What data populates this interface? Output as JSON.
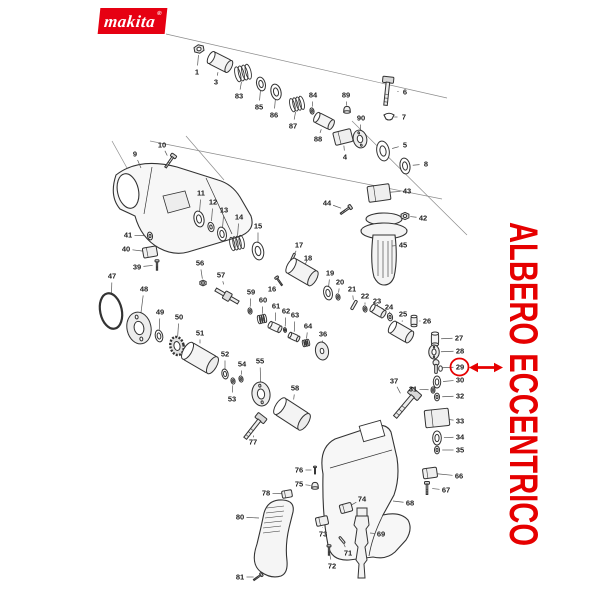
{
  "logo": {
    "brand": "makita",
    "registered": "®",
    "bg": "#e60012",
    "fg": "#ffffff"
  },
  "annotation": {
    "text": "ALBERO ECCENTRICO",
    "color": "#e60000",
    "highlighted_part": "29"
  },
  "colors": {
    "accent_red": "#e60000",
    "line_ink": "#333333",
    "leader": "#555555"
  },
  "diagram": {
    "parts": [
      {
        "n": "1",
        "l": [
          197,
          72
        ],
        "p": [
          199,
          49
        ],
        "t": "nut",
        "s": 6,
        "r": -10
      },
      {
        "n": "3",
        "l": [
          216,
          82
        ],
        "p": [
          220,
          62
        ],
        "t": "cyl",
        "s": 11,
        "r": 27
      },
      {
        "n": "83",
        "l": [
          239,
          96
        ],
        "p": [
          243,
          73
        ],
        "t": "spring",
        "s": 9,
        "r": -14
      },
      {
        "n": "85",
        "l": [
          259,
          107
        ],
        "p": [
          261,
          84
        ],
        "t": "ring",
        "s": 7,
        "r": -14
      },
      {
        "n": "86",
        "l": [
          274,
          115
        ],
        "p": [
          276,
          92
        ],
        "t": "ring",
        "s": 8,
        "r": -14
      },
      {
        "n": "87",
        "l": [
          293,
          126
        ],
        "p": [
          297,
          104
        ],
        "t": "spring",
        "s": 8,
        "r": -14
      },
      {
        "n": "84",
        "l": [
          313,
          95
        ],
        "p": [
          312,
          111
        ],
        "t": "washer",
        "s": 4,
        "r": -14
      },
      {
        "n": "88",
        "l": [
          318,
          139
        ],
        "p": [
          324,
          121
        ],
        "t": "cyl",
        "s": 9,
        "r": 27
      },
      {
        "n": "89",
        "l": [
          346,
          95
        ],
        "p": [
          347,
          110
        ],
        "t": "cap",
        "s": 4,
        "r": 0
      },
      {
        "n": "90",
        "l": [
          361,
          118
        ],
        "p": [
          360,
          139
        ],
        "t": "flange",
        "s": 9,
        "r": -12
      },
      {
        "n": "4",
        "l": [
          345,
          157
        ],
        "p": [
          343,
          137
        ],
        "t": "block",
        "s": 9,
        "r": -14
      },
      {
        "n": "6",
        "l": [
          405,
          92
        ],
        "p": [
          387,
          91
        ],
        "t": "screw",
        "s": 11,
        "r": 6
      },
      {
        "n": "7",
        "l": [
          404,
          117
        ],
        "p": [
          389,
          117
        ],
        "t": "clip",
        "s": 5,
        "r": 0
      },
      {
        "n": "5",
        "l": [
          405,
          145
        ],
        "p": [
          383,
          151
        ],
        "t": "ring",
        "s": 10,
        "r": -10
      },
      {
        "n": "8",
        "l": [
          426,
          164
        ],
        "p": [
          405,
          166
        ],
        "t": "ring",
        "s": 8,
        "r": -10
      },
      {
        "n": "43",
        "l": [
          407,
          191
        ],
        "p": [
          379,
          193
        ],
        "t": "block",
        "s": 11,
        "r": -8
      },
      {
        "n": "42",
        "l": [
          423,
          218
        ],
        "p": [
          405,
          216
        ],
        "t": "nut",
        "s": 5,
        "r": 0
      },
      {
        "n": "44",
        "l": [
          327,
          203
        ],
        "p": [
          346,
          210
        ],
        "t": "screw",
        "s": 5,
        "r": 55
      },
      {
        "n": "45",
        "l": [
          403,
          245
        ],
        "p": [
          392,
          246
        ],
        "t": "none",
        "s": 0,
        "r": 0
      },
      {
        "n": "9",
        "l": [
          135,
          154
        ],
        "p": [
          141,
          168
        ],
        "t": "none",
        "s": 0,
        "r": 0
      },
      {
        "n": "10",
        "l": [
          162,
          145
        ],
        "p": [
          170,
          161
        ],
        "t": "screw",
        "s": 6,
        "r": 35
      },
      {
        "n": "11",
        "l": [
          201,
          193
        ],
        "p": [
          199,
          219
        ],
        "t": "ring",
        "s": 8,
        "r": -12
      },
      {
        "n": "12",
        "l": [
          213,
          202
        ],
        "p": [
          211,
          227
        ],
        "t": "washer",
        "s": 6,
        "r": -12
      },
      {
        "n": "13",
        "l": [
          224,
          210
        ],
        "p": [
          222,
          234
        ],
        "t": "ring",
        "s": 7,
        "r": -12
      },
      {
        "n": "14",
        "l": [
          239,
          217
        ],
        "p": [
          237,
          243
        ],
        "t": "spring",
        "s": 8,
        "r": -12
      },
      {
        "n": "15",
        "l": [
          258,
          226
        ],
        "p": [
          258,
          251
        ],
        "t": "ring",
        "s": 9,
        "r": -12
      },
      {
        "n": "41",
        "l": [
          128,
          235
        ],
        "p": [
          150,
          236
        ],
        "t": "washer",
        "s": 5,
        "r": -10
      },
      {
        "n": "40",
        "l": [
          126,
          249
        ],
        "p": [
          150,
          252
        ],
        "t": "block",
        "s": 7,
        "r": -10
      },
      {
        "n": "39",
        "l": [
          137,
          267
        ],
        "p": [
          157,
          265
        ],
        "t": "screw",
        "s": 4,
        "r": 0
      },
      {
        "n": "47",
        "l": [
          112,
          276
        ],
        "p": [
          111,
          311
        ],
        "t": "oring",
        "s": 18,
        "r": -12
      },
      {
        "n": "48",
        "l": [
          144,
          289
        ],
        "p": [
          139,
          328
        ],
        "t": "flange",
        "s": 16,
        "r": -12
      },
      {
        "n": "49",
        "l": [
          160,
          312
        ],
        "p": [
          159,
          336
        ],
        "t": "ring",
        "s": 6,
        "r": -12
      },
      {
        "n": "50",
        "l": [
          179,
          317
        ],
        "p": [
          177,
          346
        ],
        "t": "gear",
        "s": 10,
        "r": -12
      },
      {
        "n": "51",
        "l": [
          200,
          333
        ],
        "p": [
          200,
          358
        ],
        "t": "cyl",
        "s": 16,
        "r": 30
      },
      {
        "n": "52",
        "l": [
          225,
          354
        ],
        "p": [
          225,
          374
        ],
        "t": "ring",
        "s": 5,
        "r": -12
      },
      {
        "n": "54",
        "l": [
          242,
          364
        ],
        "p": [
          241,
          379
        ],
        "t": "washer",
        "s": 4,
        "r": -12
      },
      {
        "n": "53",
        "l": [
          232,
          399
        ],
        "p": [
          233,
          381
        ],
        "t": "washer",
        "s": 4,
        "r": -12
      },
      {
        "n": "55",
        "l": [
          260,
          361
        ],
        "p": [
          261,
          394
        ],
        "t": "flange",
        "s": 12,
        "r": -8
      },
      {
        "n": "56",
        "l": [
          200,
          263
        ],
        "p": [
          203,
          283
        ],
        "t": "nut",
        "s": 4,
        "r": 0
      },
      {
        "n": "57",
        "l": [
          221,
          275
        ],
        "p": [
          227,
          296
        ],
        "t": "shaft",
        "s": 13,
        "r": 30
      },
      {
        "n": "58",
        "l": [
          295,
          388
        ],
        "p": [
          292,
          414
        ],
        "t": "cyl",
        "s": 16,
        "r": 33
      },
      {
        "n": "77",
        "l": [
          253,
          442
        ],
        "p": [
          254,
          427
        ],
        "t": "screw",
        "s": 11,
        "r": 38
      },
      {
        "n": "16",
        "l": [
          272,
          289
        ],
        "p": [
          279,
          281
        ],
        "t": "screw",
        "s": 4,
        "r": -35
      },
      {
        "n": "17",
        "l": [
          299,
          245
        ],
        "p": [
          293,
          257
        ],
        "t": "pin",
        "s": 4,
        "r": 25
      },
      {
        "n": "18",
        "l": [
          308,
          258
        ],
        "p": [
          302,
          272
        ],
        "t": "cyl",
        "s": 14,
        "r": 30
      },
      {
        "n": "19",
        "l": [
          330,
          273
        ],
        "p": [
          328,
          293
        ],
        "t": "ring",
        "s": 7,
        "r": -12
      },
      {
        "n": "20",
        "l": [
          340,
          282
        ],
        "p": [
          338,
          297
        ],
        "t": "washer",
        "s": 4,
        "r": -12
      },
      {
        "n": "21",
        "l": [
          352,
          289
        ],
        "p": [
          354,
          305
        ],
        "t": "pin",
        "s": 5,
        "r": 30
      },
      {
        "n": "22",
        "l": [
          365,
          296
        ],
        "p": [
          365,
          309
        ],
        "t": "washer",
        "s": 4,
        "r": -12
      },
      {
        "n": "23",
        "l": [
          377,
          301
        ],
        "p": [
          378,
          311
        ],
        "t": "cyl",
        "s": 7,
        "r": 30
      },
      {
        "n": "24",
        "l": [
          389,
          307
        ],
        "p": [
          390,
          317
        ],
        "t": "washer",
        "s": 5,
        "r": -12
      },
      {
        "n": "25",
        "l": [
          403,
          314
        ],
        "p": [
          401,
          332
        ],
        "t": "cyl",
        "s": 11,
        "r": 30
      },
      {
        "n": "26",
        "l": [
          427,
          321
        ],
        "p": [
          414,
          321
        ],
        "t": "cyl",
        "s": 5,
        "r": 90
      },
      {
        "n": "27",
        "l": [
          459,
          338
        ],
        "p": [
          435,
          339
        ],
        "t": "cyl",
        "s": 6,
        "r": 90
      },
      {
        "n": "28",
        "l": [
          460,
          351
        ],
        "p": [
          434,
          352
        ],
        "t": "flange",
        "s": 7,
        "r": 0
      },
      {
        "n": "29",
        "l": [
          460,
          367
        ],
        "p": [
          436,
          368
        ],
        "t": "crank",
        "s": 6,
        "r": 0
      },
      {
        "n": "30",
        "l": [
          460,
          380
        ],
        "p": [
          437,
          382
        ],
        "t": "ring",
        "s": 6,
        "r": 0
      },
      {
        "n": "31",
        "l": [
          413,
          389
        ],
        "p": [
          433,
          390
        ],
        "t": "washer",
        "s": 4,
        "r": 0
      },
      {
        "n": "32",
        "l": [
          460,
          396
        ],
        "p": [
          437,
          397
        ],
        "t": "washer",
        "s": 5,
        "r": 0
      },
      {
        "n": "33",
        "l": [
          460,
          421
        ],
        "p": [
          437,
          418
        ],
        "t": "block",
        "s": 12,
        "r": -6
      },
      {
        "n": "34",
        "l": [
          460,
          437
        ],
        "p": [
          437,
          438
        ],
        "t": "ring",
        "s": 7,
        "r": 0
      },
      {
        "n": "35",
        "l": [
          460,
          450
        ],
        "p": [
          437,
          450
        ],
        "t": "washer",
        "s": 5,
        "r": 0
      },
      {
        "n": "37",
        "l": [
          394,
          381
        ],
        "p": [
          406,
          404
        ],
        "t": "screw",
        "s": 13,
        "r": 40
      },
      {
        "n": "66",
        "l": [
          459,
          476
        ],
        "p": [
          430,
          473
        ],
        "t": "block",
        "s": 7,
        "r": -8
      },
      {
        "n": "67",
        "l": [
          446,
          490
        ],
        "p": [
          427,
          488
        ],
        "t": "screw",
        "s": 5,
        "r": 0
      },
      {
        "n": "59",
        "l": [
          251,
          292
        ],
        "p": [
          250,
          311
        ],
        "t": "washer",
        "s": 4,
        "r": -12
      },
      {
        "n": "60",
        "l": [
          263,
          300
        ],
        "p": [
          262,
          319
        ],
        "t": "spring",
        "s": 5,
        "r": -12
      },
      {
        "n": "61",
        "l": [
          276,
          306
        ],
        "p": [
          275,
          327
        ],
        "t": "cyl",
        "s": 6,
        "r": 25
      },
      {
        "n": "62",
        "l": [
          286,
          311
        ],
        "p": [
          285,
          330
        ],
        "t": "washer",
        "s": 3,
        "r": -12
      },
      {
        "n": "63",
        "l": [
          295,
          315
        ],
        "p": [
          294,
          337
        ],
        "t": "cyl",
        "s": 5,
        "r": 25
      },
      {
        "n": "64",
        "l": [
          308,
          326
        ],
        "p": [
          306,
          343
        ],
        "t": "spring",
        "s": 4,
        "r": -12
      },
      {
        "n": "36",
        "l": [
          323,
          334
        ],
        "p": [
          322,
          351
        ],
        "t": "disc",
        "s": 9,
        "r": -10
      },
      {
        "n": "68",
        "l": [
          410,
          503
        ],
        "p": [
          393,
          501
        ],
        "t": "none",
        "s": 0,
        "r": 0
      },
      {
        "n": "69",
        "l": [
          381,
          534
        ],
        "p": [
          370,
          533
        ],
        "t": "none",
        "s": 0,
        "r": 0
      },
      {
        "n": "71",
        "l": [
          348,
          553
        ],
        "p": [
          342,
          540
        ],
        "t": "pin",
        "s": 4,
        "r": -40
      },
      {
        "n": "72",
        "l": [
          332,
          566
        ],
        "p": [
          329,
          550
        ],
        "t": "screw",
        "s": 4,
        "r": 0
      },
      {
        "n": "73",
        "l": [
          323,
          534
        ],
        "p": [
          322,
          521
        ],
        "t": "block",
        "s": 6,
        "r": -12
      },
      {
        "n": "74",
        "l": [
          362,
          499
        ],
        "p": [
          346,
          508
        ],
        "t": "block",
        "s": 6,
        "r": -15
      },
      {
        "n": "75",
        "l": [
          299,
          484
        ],
        "p": [
          315,
          486
        ],
        "t": "cap",
        "s": 4,
        "r": 0
      },
      {
        "n": "76",
        "l": [
          299,
          470
        ],
        "p": [
          315,
          470
        ],
        "t": "screw",
        "s": 3,
        "r": 0
      },
      {
        "n": "78",
        "l": [
          266,
          493
        ],
        "p": [
          287,
          494
        ],
        "t": "block",
        "s": 5,
        "r": -10
      },
      {
        "n": "80",
        "l": [
          240,
          517
        ],
        "p": [
          259,
          518
        ],
        "t": "none",
        "s": 0,
        "r": 0
      },
      {
        "n": "81",
        "l": [
          240,
          577
        ],
        "p": [
          258,
          577
        ],
        "t": "screw",
        "s": 4,
        "r": 55
      }
    ]
  }
}
